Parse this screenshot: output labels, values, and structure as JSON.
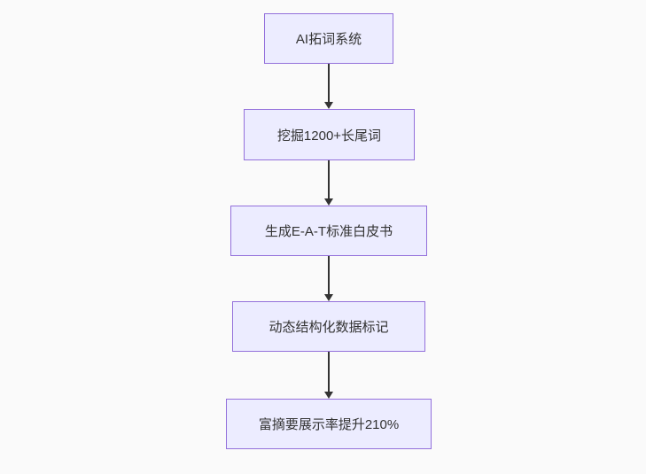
{
  "diagram": {
    "type": "flowchart",
    "direction": "top-down",
    "colors": {
      "background": "#fafafa",
      "node_fill": "#ECECFF",
      "node_border": "#9370DB",
      "node_text": "#333333",
      "arrow": "#333333"
    },
    "nodes": [
      {
        "id": "n1",
        "label": "AI拓词系统"
      },
      {
        "id": "n2",
        "label": "挖掘1200+长尾词"
      },
      {
        "id": "n3",
        "label": "生成E-A-T标准白皮书"
      },
      {
        "id": "n4",
        "label": "动态结构化数据标记"
      },
      {
        "id": "n5",
        "label": "富摘要展示率提升210%"
      }
    ],
    "edges": [
      {
        "from": "n1",
        "to": "n2",
        "arrow": "down"
      },
      {
        "from": "n2",
        "to": "n3",
        "arrow": "down"
      },
      {
        "from": "n3",
        "to": "n4",
        "arrow": "down"
      },
      {
        "from": "n4",
        "to": "n5",
        "arrow": "down"
      }
    ]
  }
}
